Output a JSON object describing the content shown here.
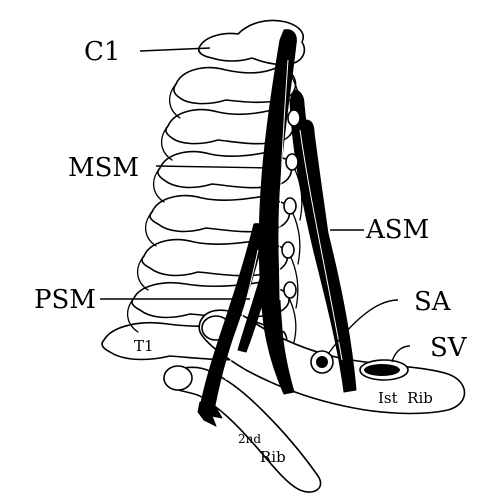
{
  "labels": {
    "c1": "C1",
    "msm": "MSM",
    "asm": "ASM",
    "psm": "PSM",
    "sa": "SA",
    "sv": "SV",
    "t1": "T1",
    "first_rib": "Ist  Rib",
    "second_rib_line1": "2nd",
    "second_rib_line2": "Rib"
  },
  "colors": {
    "ink": "#000000",
    "paper": "#ffffff"
  }
}
